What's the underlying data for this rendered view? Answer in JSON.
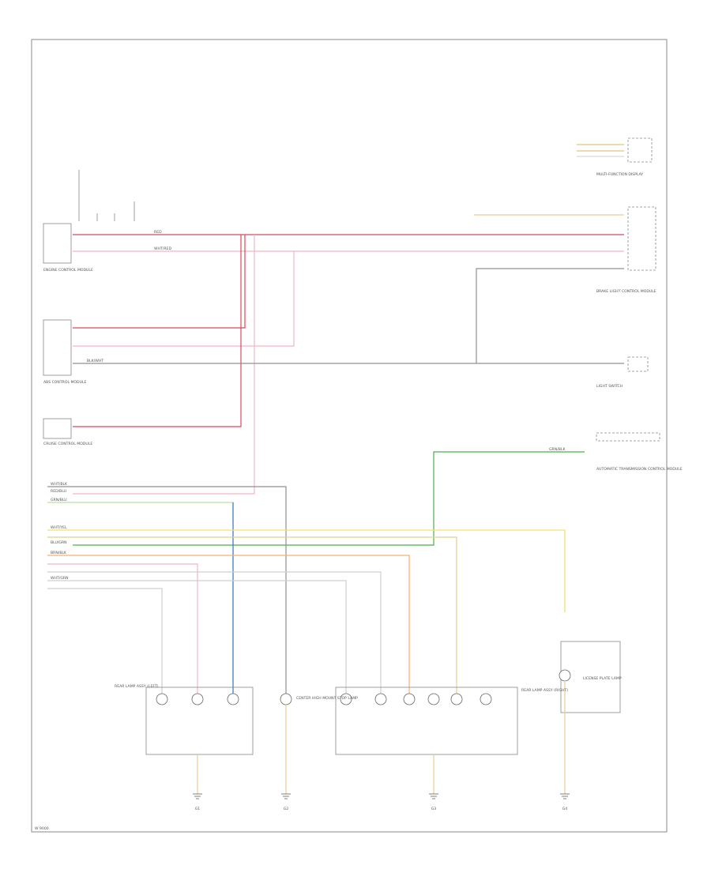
{
  "footer": {
    "code": "W 9000"
  },
  "wire_labels": {
    "wht_blk": "WHT/BLK",
    "wht_grn": "WHT/GRN",
    "blu_grn": "BLU/GRN",
    "red_blu": "RED/BLU",
    "red": "RED",
    "blk_wht": "BLK/WHT",
    "wht_red": "WHT/RED",
    "wht_yel": "WHT/YEL",
    "brn_blk": "BRN/BLK",
    "grn_blk": "GRN/BLK",
    "grn_blu": "GRN/BLU"
  },
  "modules": {
    "ecm": "ENGINE CONTROL MODULE",
    "abs": "ABS CONTROL MODULE",
    "cruise": "CRUISE CONTROL MODULE",
    "mfd": "MULTI-FUNCTION DISPLAY",
    "lamp_ctrl": "BRAKE LIGHT CONTROL MODULE",
    "light_sw": "LIGHT SWITCH",
    "auto_trans": "AUTOMATIC TRANSMISSION CONTROL MODULE",
    "rear_lamp_l": "REAR LAMP ASSY (LEFT)",
    "rear_lamp_r": "REAR LAMP ASSY (RIGHT)",
    "center_lamp": "CENTER HIGH MOUNT STOP LAMP",
    "license": "LICENSE PLATE LAMP"
  },
  "grounds": {
    "g1": "G1",
    "g2": "G2",
    "g3": "G3",
    "g4": "G4"
  },
  "colors": {
    "red": "#e8a0a8",
    "red_dark": "#d84a5a",
    "pink": "#f0b8c0",
    "green": "#4cae4c",
    "green_light": "#b8e0a0",
    "blue": "#3a78c0",
    "yellow": "#f0e070",
    "orange": "#f5b070",
    "gray": "#909090",
    "light_gray": "#cfcfcf",
    "tan": "#e8cf90"
  }
}
